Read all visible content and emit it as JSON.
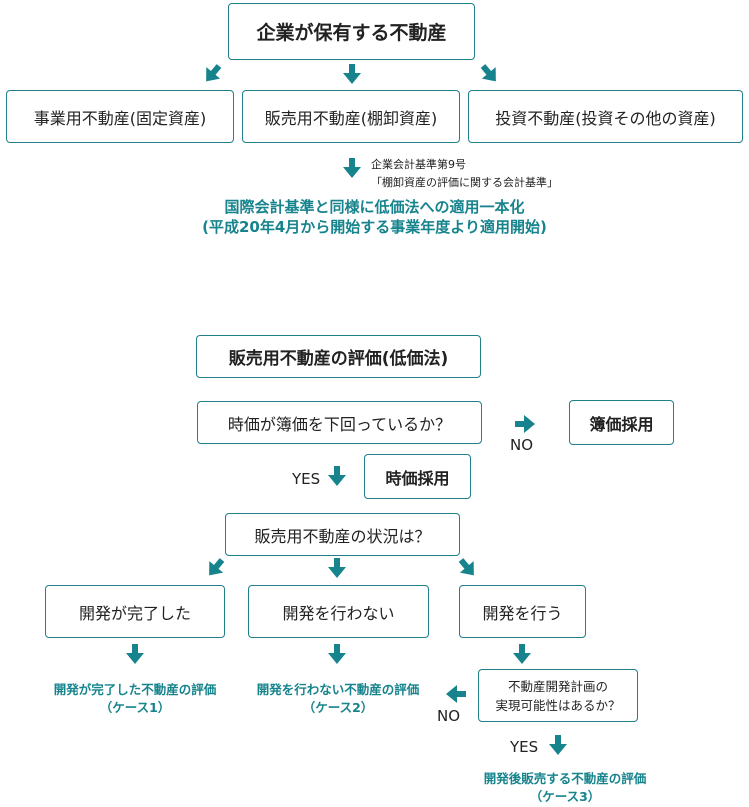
{
  "top": {
    "title": "企業が保有する不動産",
    "categories": [
      "事業用不動産(固定資産)",
      "販売用不動産(棚卸資産)",
      "投資不動産(投資その他の資産)"
    ],
    "standard_line1": "企業会計基準第9号",
    "standard_line2": "「棚卸資産の評価に関する会計基準」",
    "headline_line1": "国際会計基準と同様に低価法への適用一本化",
    "headline_line2": "(平成20年4月から開始する事業年度より適用開始)"
  },
  "flow": {
    "title": "販売用不動産の評価(低価法)",
    "q1": "時価が簿価を下回っているか？",
    "no": "NO",
    "yes": "YES",
    "book_value": "簿価採用",
    "market_value": "時価採用",
    "q2": "販売用不動産の状況は？",
    "options": [
      "開発が完了した",
      "開発を行わない",
      "開発を行う"
    ],
    "case1_line1": "開発が完了した不動産の評価",
    "case1_line2": "（ケース1）",
    "case2_line1": "開発を行わない不動産の評価",
    "case2_line2": "（ケース2）",
    "q3_line1": "不動産開発計画の",
    "q3_line2": "実現可能性はあるか？",
    "no2": "NO",
    "yes2": "YES",
    "case3_line1": "開発後販売する不動産の評価",
    "case3_line2": "（ケース3）"
  },
  "colors": {
    "accent": "#17848d",
    "border": "#1f7f8a"
  }
}
